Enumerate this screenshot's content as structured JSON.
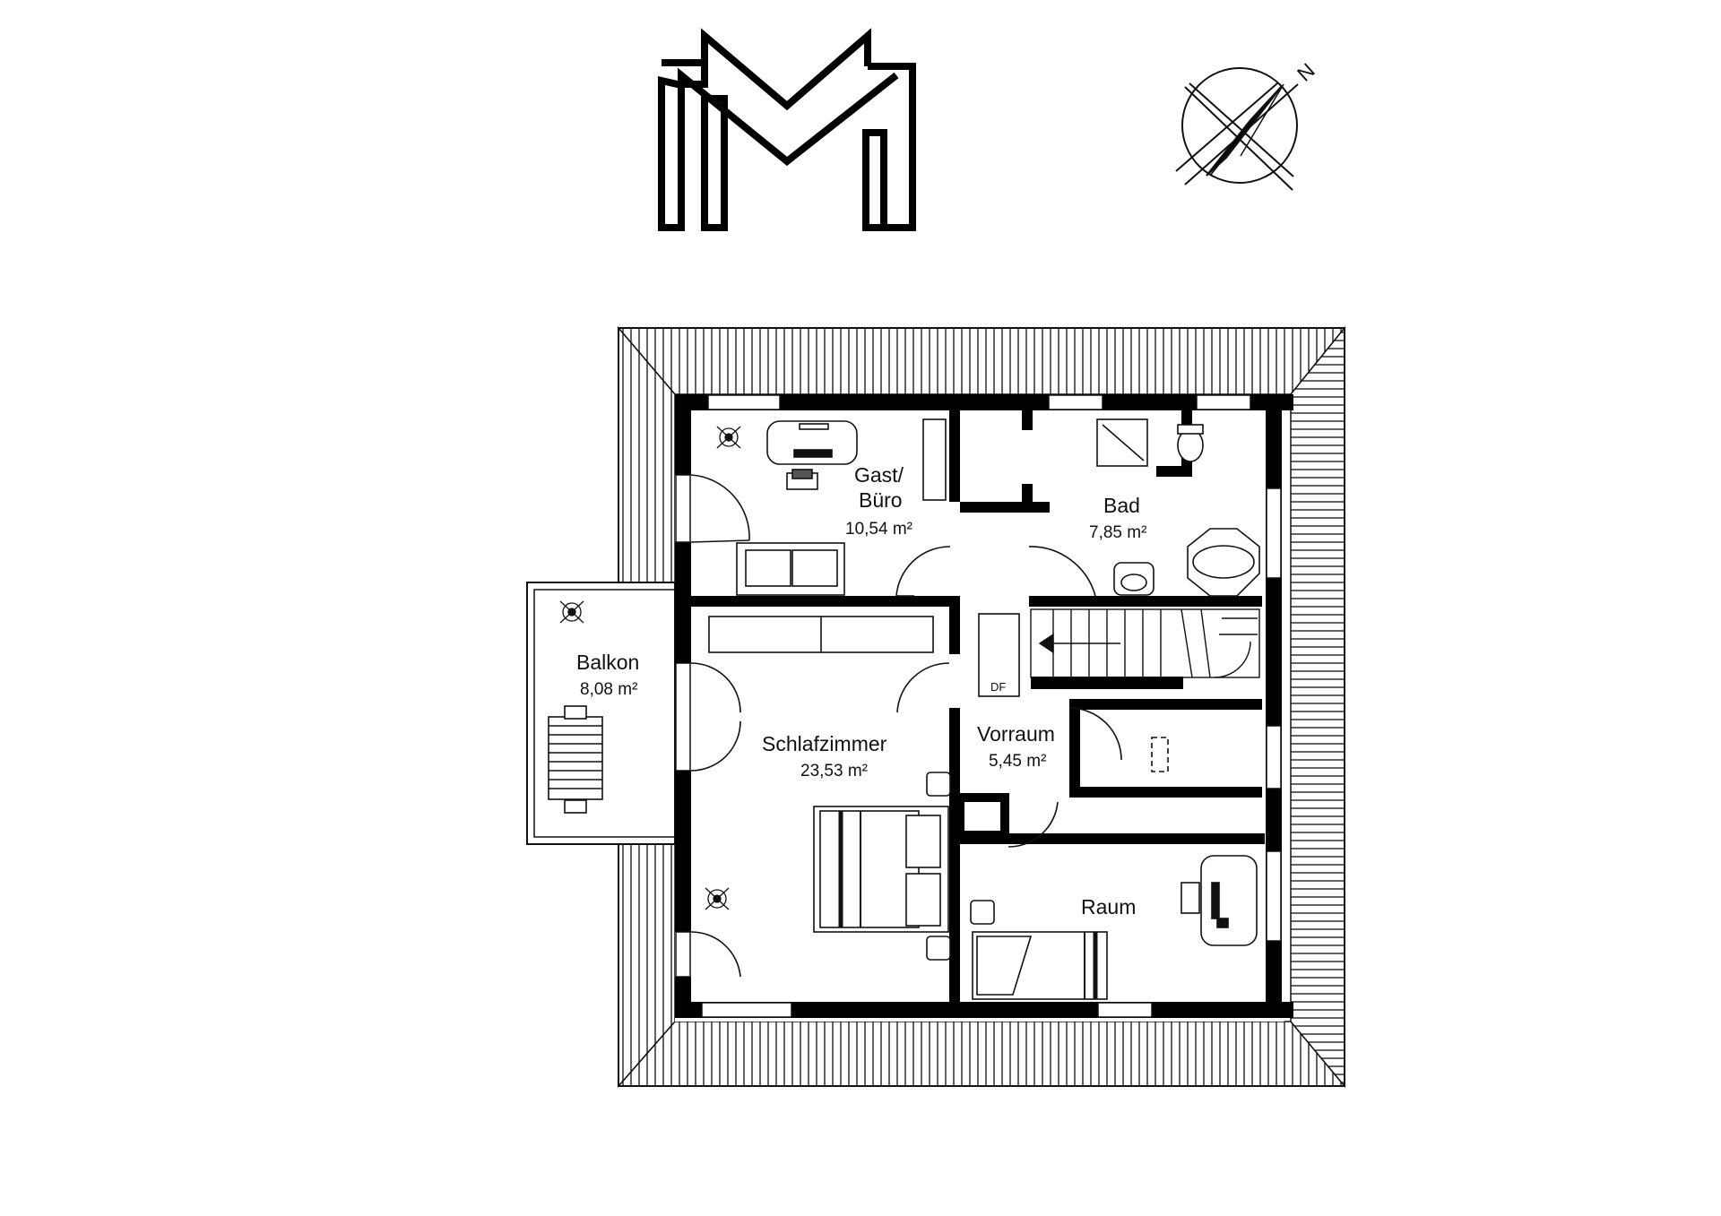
{
  "logo": {
    "icon": "monogram-m-logo"
  },
  "compass": {
    "north_label": "N",
    "icon": "compass-rose-icon"
  },
  "rooms": {
    "gast_buero": {
      "name_line1": "Gast/",
      "name_line2": "Büro",
      "area": "10,54 m²"
    },
    "bad": {
      "name": "Bad",
      "area": "7,85 m²"
    },
    "balkon": {
      "name": "Balkon",
      "area": "8,08 m²"
    },
    "schlafzimmer": {
      "name": "Schlafzimmer",
      "area": "23,53 m²"
    },
    "vorraum": {
      "name": "Vorraum",
      "area": "5,45 m²"
    },
    "raum": {
      "name": "Raum"
    }
  },
  "fixtures": {
    "skylight_label": "DF"
  },
  "colors": {
    "wall": "#000000",
    "line": "#111111",
    "background": "#ffffff"
  }
}
